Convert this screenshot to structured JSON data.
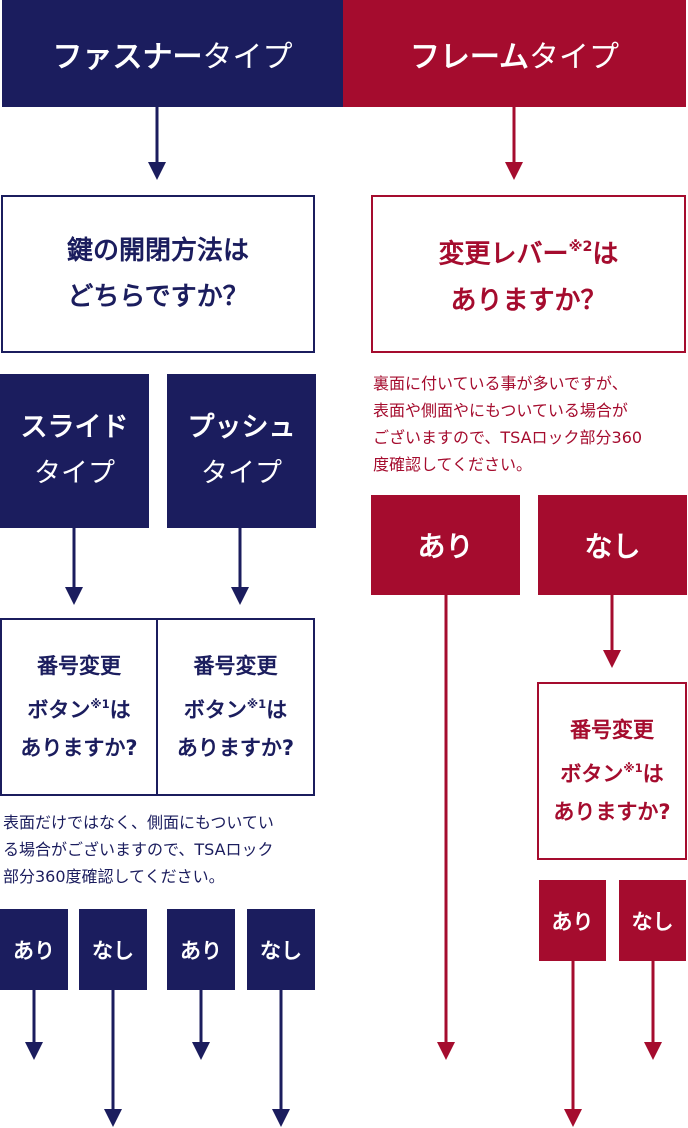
{
  "colors": {
    "navy": "#1b1d5e",
    "red": "#a50c2e"
  },
  "header": {
    "fastener": {
      "bold": "ファスナー",
      "rest": "タイプ"
    },
    "frame": {
      "bold": "フレーム",
      "rest": "タイプ"
    }
  },
  "fastener": {
    "question": {
      "line1": "鍵の開閉方法は",
      "line2": "どちらですか？"
    },
    "slide": {
      "line1": "スライド",
      "line2": "タイプ"
    },
    "push": {
      "line1": "プッシュ",
      "line2": "タイプ"
    },
    "button_q": {
      "line1": "番号変更",
      "line2a": "ボタン",
      "sup": "※1",
      "line2b": "は",
      "line3": "ありますか?"
    },
    "note": {
      "line1": "表面だけではなく、側面にもついてい",
      "line2": "る場合がございますので、TSAロック",
      "line3": "部分360度確認してください。"
    },
    "answers": {
      "yes": "あり",
      "no": "なし"
    }
  },
  "frame": {
    "question": {
      "line1a": "変更レバー",
      "sup": "※2",
      "line1b": "は",
      "line2": "ありますか？"
    },
    "note": {
      "line1": "裏面に付いている事が多いですが、",
      "line2": "表面や側面やにもついている場合が",
      "line3": "ございますので、TSAロック部分360",
      "line4": "度確認してください。"
    },
    "yes": "あり",
    "no": "なし",
    "button_q": {
      "line1": "番号変更",
      "line2a": "ボタン",
      "sup": "※1",
      "line2b": "は",
      "line3": "ありますか?"
    },
    "answers": {
      "yes": "あり",
      "no": "なし"
    }
  }
}
